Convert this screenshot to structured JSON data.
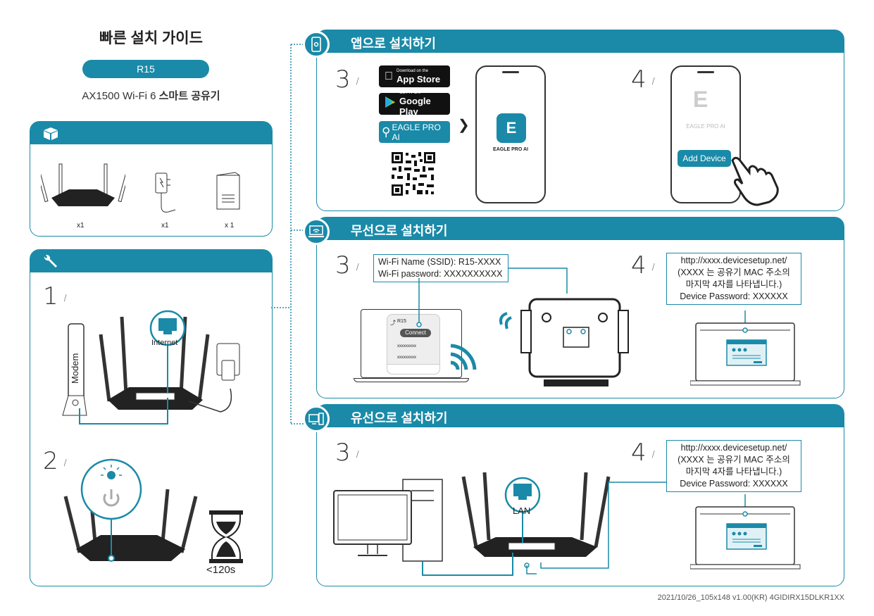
{
  "header": {
    "title": "빠른 설치 가이드",
    "model": "R15",
    "subtitle_prefix": "AX1500 Wi-Fi 6 ",
    "subtitle_bold": "스마트 공유기"
  },
  "box_contents": {
    "icon": "box-icon",
    "items": [
      {
        "name": "router",
        "qty": "x1"
      },
      {
        "name": "power-adapter",
        "qty": "x1"
      },
      {
        "name": "quick-guide",
        "qty": "x 1"
      }
    ]
  },
  "hardware_setup": {
    "icon": "wrench-icon",
    "step1": {
      "num": "1",
      "modem_label": "Modem",
      "port_label": "Internet"
    },
    "step2": {
      "num": "2",
      "wait_label": "<120s"
    }
  },
  "app_setup": {
    "title": "앱으로 설치하기",
    "step3": {
      "num": "3",
      "app_store_small": "Download on the",
      "app_store_big": "App Store",
      "google_play_small": "GET IT ON",
      "google_play_big": "Google Play",
      "search_label": "EAGLE PRO AI",
      "phone_app_label": "EAGLE PRO AI"
    },
    "step4": {
      "num": "4",
      "app_label": "EAGLE PRO AI",
      "button_label": "Add Device"
    }
  },
  "wireless_setup": {
    "title": "무선으로 설치하기",
    "step3": {
      "num": "3",
      "ssid_line": "Wi-Fi Name (SSID): R15-XXXX",
      "password_line": "Wi-Fi password: XXXXXXXXXX",
      "network_name": "R15",
      "connect_label": "Connect",
      "other_network_1": "xxxxxxxxx",
      "other_network_2": "xxxxxxxxx"
    },
    "step4": {
      "num": "4",
      "url": "http://xxxx.devicesetup.net/",
      "note_line1": "(XXXX 는 공유기 MAC 주소의",
      "note_line2": "마지막 4자를 나타냅니다.)",
      "device_password": "Device Password: XXXXXX"
    }
  },
  "wired_setup": {
    "title": "유선으로 설치하기",
    "step3": {
      "num": "3",
      "port_label": "LAN"
    },
    "step4": {
      "num": "4",
      "url": "http://xxxx.devicesetup.net/",
      "note_line1": "(XXXX 는 공유기 MAC 주소의",
      "note_line2": "마지막 4자를 나타냅니다.)",
      "device_password": "Device Password: XXXXXX"
    }
  },
  "footer": {
    "text": "2021/10/26_105x148 v1.00(KR)   4GIDIRX15DLKR1XX"
  },
  "colors": {
    "accent": "#1a8aa8",
    "dark": "#222222"
  }
}
